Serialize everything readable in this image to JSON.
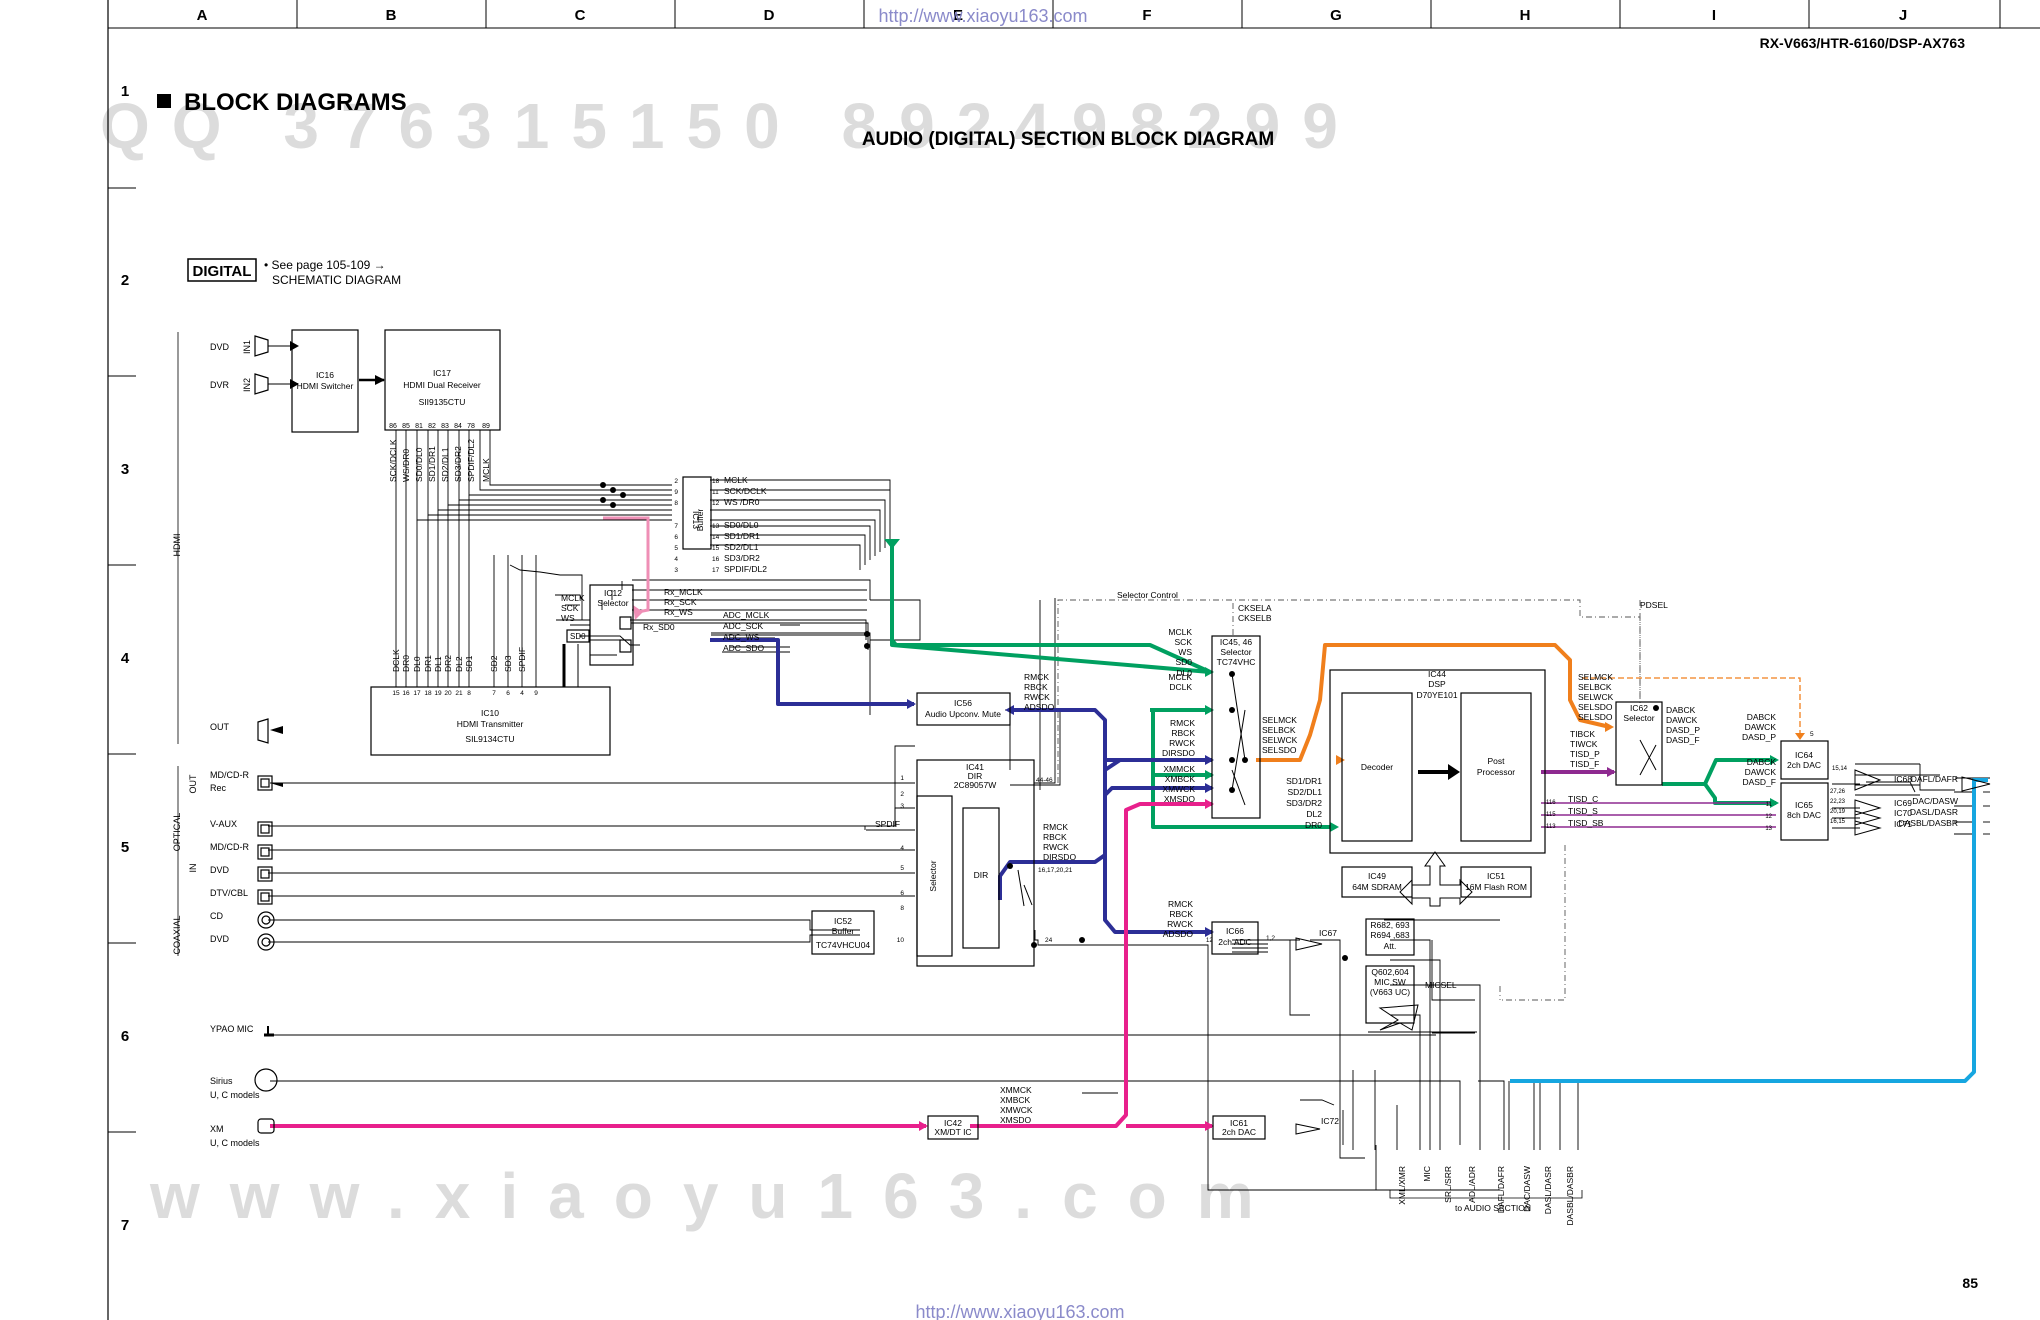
{
  "page": {
    "model": "RX-V663/HTR-6160/DSP-AX763",
    "section_title": "BLOCK DIAGRAMS",
    "diagram_title": "AUDIO (DIGITAL) SECTION BLOCK DIAGRAM",
    "page_number": "85",
    "watermark_url": "http://www.xiaoyu163.com",
    "watermark_code": "QQ 376315150  892498299",
    "watermark_site": "www.xiaoyu163.com",
    "digital_tag": "DIGITAL",
    "see_page_1": "• See page 105-109 →",
    "see_page_2": "SCHEMATIC DIAGRAM",
    "to_audio": "to AUDIO SECTION"
  },
  "grid": {
    "columns": [
      "A",
      "B",
      "C",
      "D",
      "E",
      "F",
      "G",
      "H",
      "I",
      "J"
    ],
    "rows": [
      "1",
      "2",
      "3",
      "4",
      "5",
      "6",
      "7"
    ]
  },
  "groups": {
    "hdmi": "HDMI",
    "optical": "OPTICAL",
    "coaxial": "COAXIAL",
    "out": "OUT",
    "in": "IN"
  },
  "inputs": {
    "dvd": "DVD",
    "dvr": "DVR",
    "in1": "IN1",
    "in2": "IN2",
    "out": "OUT",
    "mdcdr_out": "MD/CD-R",
    "rec": "Rec",
    "vaux": "V-AUX",
    "mdcdr_in": "MD/CD-R",
    "dvd_opt": "DVD",
    "dtvcbl": "DTV/CBL",
    "cd": "CD",
    "dvd_coax": "DVD",
    "ypao": "YPAO MIC",
    "sirius": "Sirius",
    "sirius_sub": "U, C models",
    "xm": "XM",
    "xm_sub": "U, C models"
  },
  "blocks": {
    "ic16": [
      "IC16",
      "HDMI Switcher"
    ],
    "ic17": [
      "IC17",
      "HDMI Dual Receiver",
      "SII9135CTU"
    ],
    "ic13": [
      "IC13",
      "Buffer"
    ],
    "ic12": [
      "IC12",
      "Selector"
    ],
    "ic10": [
      "IC10",
      "HDMI Transmitter",
      "SIL9134CTU"
    ],
    "ic56": [
      "IC56",
      "Audio Upconv. Mute"
    ],
    "ic41": [
      "IC41",
      "DIR",
      "2C89057W"
    ],
    "ic41_sel": "Selector",
    "ic41_dir": "DIR",
    "ic52": [
      "IC52",
      "Buffer",
      "TC74VHCU04"
    ],
    "ic42": [
      "IC42",
      "XM/DT IC"
    ],
    "ic61": [
      "IC61",
      "2ch DAC"
    ],
    "ic72": "IC72",
    "ic4546": [
      "IC45, 46",
      "Selector",
      "TC74VHC"
    ],
    "ic44": [
      "IC44",
      "DSP",
      "D70YE101"
    ],
    "decoder": "Decoder",
    "post": [
      "Post",
      "Processor"
    ],
    "ic49": [
      "IC49",
      "64M SDRAM"
    ],
    "ic51": [
      "IC51",
      "16M Flash ROM"
    ],
    "ic62": [
      "IC62",
      "Selector"
    ],
    "ic64": [
      "IC64",
      "2ch DAC"
    ],
    "ic65": [
      "IC65",
      "8ch DAC"
    ],
    "ic66": [
      "IC66",
      "2ch ADC"
    ],
    "ic67": "IC67",
    "att": [
      "R682, 693",
      "R694 ,683",
      "Att."
    ],
    "micsw": [
      "Q602,604",
      "MIC SW",
      "(V663 UC)"
    ],
    "ic68": "IC68",
    "ic69": "IC69",
    "ic70": "IC70",
    "ic71": "IC71"
  },
  "signals": {
    "ic17_pins": [
      "SCK/DCLK",
      "WS/DR0",
      "SD0/DL0",
      "SD1/DR1",
      "SD2/DL1",
      "SD3/DR2",
      "SPDIF/DL2",
      "MCLK"
    ],
    "ic17_pin_nums": [
      "86",
      "85",
      "81",
      "82",
      "83",
      "84",
      "78",
      "89"
    ],
    "ic10_pins": [
      "DCLK",
      "DR0",
      "DL0",
      "DR1",
      "DL1",
      "DR2",
      "DL2",
      "SD1",
      "SD2",
      "SD3",
      "SPDIF"
    ],
    "ic10_pin_nums": [
      "15",
      "16",
      "17",
      "18",
      "19",
      "20",
      "21",
      "8",
      "7",
      "6",
      "4",
      "9"
    ],
    "ic13_out": [
      "MCLK",
      "SCK/DCLK",
      "WS /DR0",
      "SD0/DL0",
      "SD1/DR1",
      "SD2/DL1",
      "SD3/DR2",
      "SPDIF/DL2"
    ],
    "ic13_out_nums": [
      "18",
      "11",
      "12",
      "13",
      "14",
      "15",
      "16",
      "17"
    ],
    "ic13_in_nums": [
      "2",
      "9",
      "8",
      "7",
      "6",
      "5",
      "4",
      "3"
    ],
    "ic12_in": [
      "MCLK",
      "SCK",
      "WS"
    ],
    "sd0": "SD0",
    "rx": [
      "Rx_MCLK",
      "Rx_SCK",
      "Rx_WS"
    ],
    "rx_sd0": "Rx_SD0",
    "adc": [
      "ADC_MCLK",
      "ADC_SCK",
      "ADC_WS",
      "ADC_SDO"
    ],
    "selector_control": "Selector Control",
    "cksel": [
      "CKSELA",
      "CKSELB"
    ],
    "pdsel": "PDSEL",
    "ic45_in1": [
      "MCLK",
      "SCK",
      "WS",
      "SD0"
    ],
    "ic45_in2": [
      "MCLK",
      "DCLK"
    ],
    "dl0": "DL0",
    "ic45_in3": [
      "RMCK",
      "RBCK",
      "RWCK",
      "DIRSDO"
    ],
    "ic45_in4": [
      "XMMCK",
      "XMBCK",
      "XMWCK",
      "XMSDO"
    ],
    "ic56_in": [
      "RMCK",
      "RBCK",
      "RWCK",
      "ADSDO"
    ],
    "ic41_out": [
      "RMCK",
      "RBCK",
      "RWCK",
      "DIRSDO"
    ],
    "ic41_out_pins": "16,17,20,21",
    "ic41_pins_4446": "44-46",
    "ic41_in_nums": [
      "1",
      "2",
      "3",
      "4",
      "5",
      "6",
      "8",
      "10"
    ],
    "ic41_24": "24",
    "spdif": "SPDIF",
    "ic66_in": [
      "RMCK",
      "RBCK",
      "RWCK",
      "ADSDO"
    ],
    "ic66_pin12": "12",
    "ic66_out": "1,2",
    "ic42_out": [
      "XMMCK",
      "XMBCK",
      "XMWCK",
      "XMSDO"
    ],
    "selmck": [
      "SELMCK",
      "SELBCK",
      "SELWCK",
      "SELSDO"
    ],
    "dsp_in": [
      "SD1/DR1",
      "SD2/DL1",
      "SD3/DR2",
      "DL2",
      "DR0"
    ],
    "selmck2": [
      "SELMCK",
      "SELBCK",
      "SELWCK",
      "SELSDO",
      "SELSDO"
    ],
    "tibck": [
      "TIBCK",
      "TIWCK",
      "TISD_P",
      "TISD_F"
    ],
    "tisd": [
      "TISD_C",
      "TISD_S",
      "TISD_SB"
    ],
    "tisd_nums": [
      "116",
      "115",
      "113"
    ],
    "dabck1": [
      "DABCK",
      "DAWCK",
      "DASD_P",
      "DASD_F"
    ],
    "dabck2": [
      "DABCK",
      "DAWCK",
      "DASD_P"
    ],
    "dabck3": [
      "DABCK",
      "DAWCK",
      "DASD_F"
    ],
    "ic64_pin5": "5",
    "ic64_out": "15,14",
    "ic65_out": [
      "27,26",
      "22,23",
      "20,19",
      "16,15"
    ],
    "ic65_in": [
      "11",
      "12",
      "13"
    ],
    "dac_out": [
      "DAFL/DAFR",
      "DAC/DASW",
      "DASL/DASR",
      "DASBL/DASBR"
    ],
    "micsel": "MICSEL",
    "bottom": [
      "XML/XMR",
      "MIC",
      "SRL/SRR",
      "ADL/ADR",
      "DAFL/DAFR",
      "DAC/DASW",
      "DASL/DASR",
      "DASBL/DASBR"
    ]
  },
  "colors": {
    "green": "#00a060",
    "blue": "#2c2e96",
    "orange": "#f07f1c",
    "magenta": "#e8208c",
    "purple": "#8e2a90",
    "cyan": "#16a6e0",
    "pink": "#ef8fb6"
  }
}
